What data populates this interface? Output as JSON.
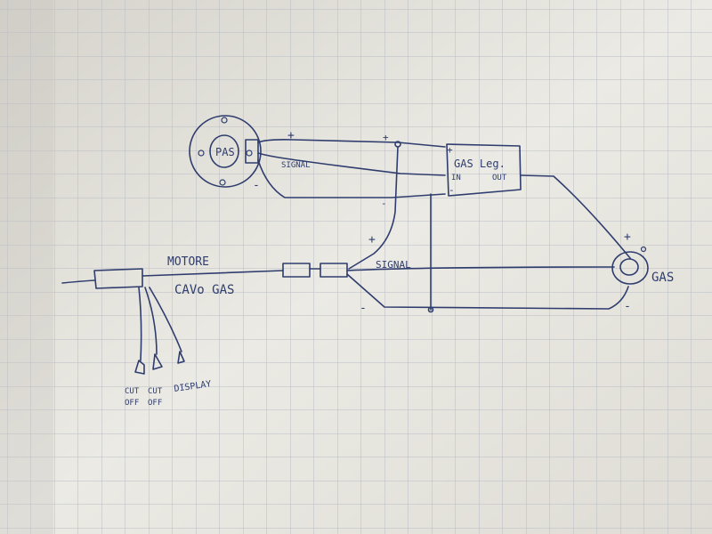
{
  "colors": {
    "ink": "#2f3d6e",
    "paper": "#edece6",
    "grid": "#b9bcc6",
    "page_shadow": "#c9c7bf"
  },
  "labels": {
    "pas": "PAS",
    "pas_plus": "+",
    "pas_signal": "SIGNAL",
    "pas_minus": "-",
    "junction_plus": "+",
    "junction_minus": "-",
    "gas_reg": "GAS Leg.",
    "gas_reg_plus": "+",
    "gas_reg_in": "IN",
    "gas_reg_out": "OUT",
    "gas_reg_minus": "-",
    "motor_cable_plus": "+",
    "motor_label": "MOTORE",
    "cable_label": "CAVo GAS",
    "motor_signal": "SIGNAL",
    "motor_minus": "-",
    "throttle_plus": "+",
    "throttle_label": "GAS",
    "throttle_minus": "-",
    "cut_off_1_a": "CUT",
    "cut_off_1_b": "OFF",
    "cut_off_2_a": "CUT",
    "cut_off_2_b": "OFF",
    "display": "DISPLAY"
  }
}
